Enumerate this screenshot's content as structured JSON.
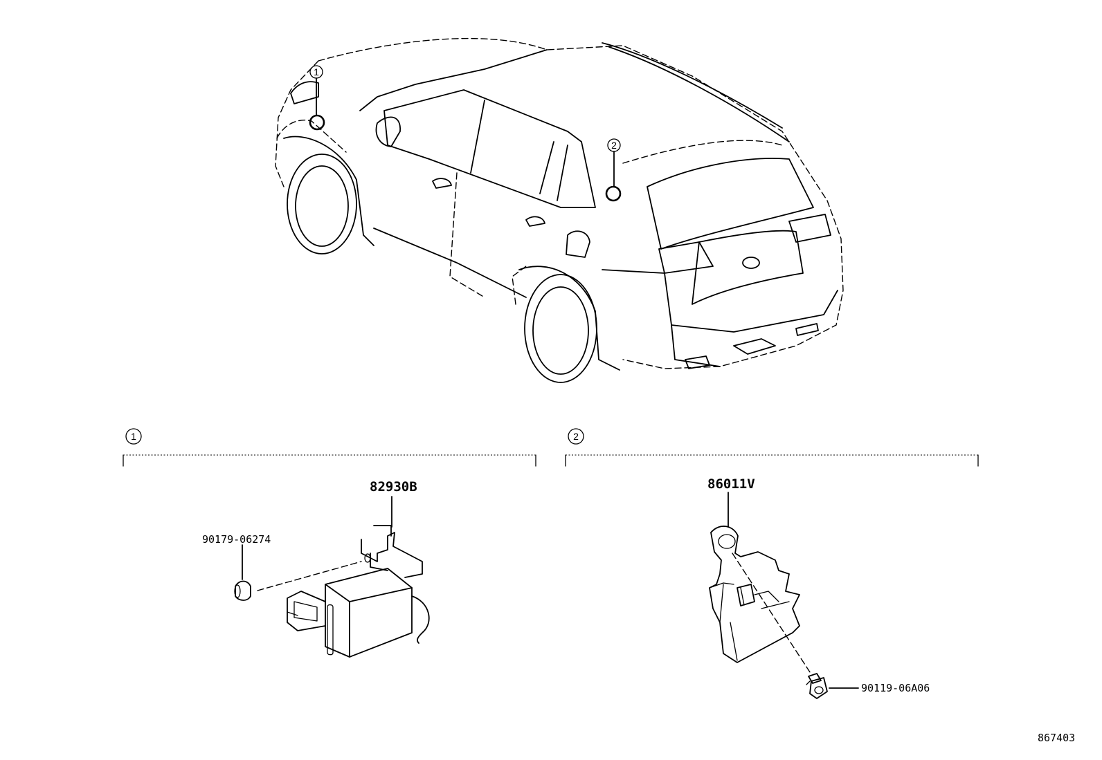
{
  "diagram": {
    "callouts": {
      "vehicle_1": "1",
      "vehicle_2": "2",
      "group_1": "1",
      "group_2": "2"
    },
    "parts": {
      "relay_assembly": "82930B",
      "relay_clip": "90179-06274",
      "bracket_assembly": "86011V",
      "bolt": "90119-06A06"
    },
    "illustration_id": "867403"
  }
}
